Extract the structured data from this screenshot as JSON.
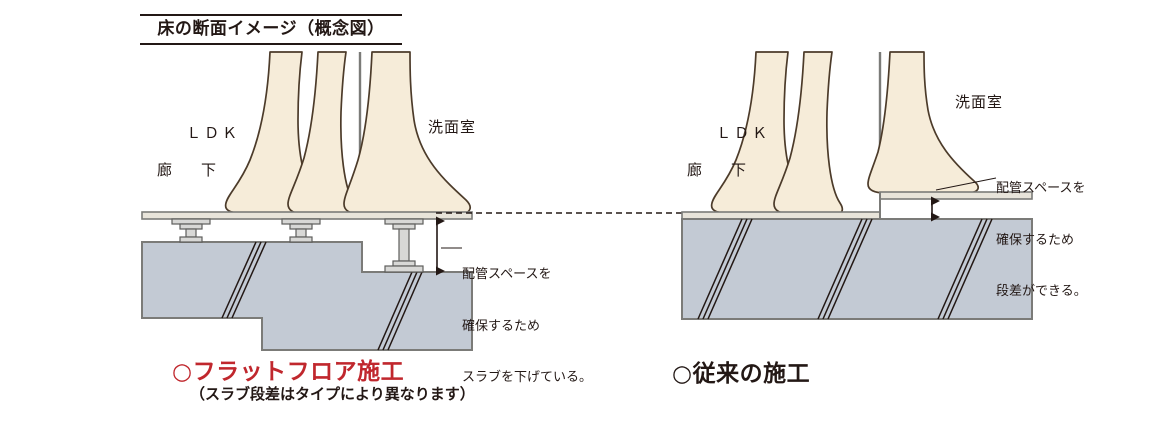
{
  "title": {
    "text": "床の断面イメージ（概念図）"
  },
  "left_diagram": {
    "name": "flat-floor-construction",
    "room_labels": {
      "ldk_line1": "ＬＤＫ",
      "ldk_line2": "廊　下",
      "washroom": "洗面室"
    },
    "annotation": {
      "line1": "配管スペースを",
      "line2": "確保するため",
      "line3": "スラブを下げている。"
    },
    "caption": {
      "main": "○フラットフロア施工",
      "sub": "（スラブ段差はタイプにより異なります）"
    }
  },
  "right_diagram": {
    "name": "conventional-construction",
    "room_labels": {
      "ldk_line1": "ＬＤＫ",
      "ldk_line2": "廊　下",
      "washroom": "洗面室"
    },
    "annotation": {
      "line1": "配管スペースを",
      "line2": "確保するため",
      "line3": "段差ができる。"
    },
    "caption": {
      "main": "○従来の施工"
    }
  },
  "colors": {
    "slab_fill": "#c3cad4",
    "slab_stroke": "#7b7b78",
    "ink": "#231815",
    "skin_fill": "#f6ecd9",
    "skin_stroke": "#4c3b2a",
    "floor_fill": "#e8e4da",
    "pedestal_fill": "#d8d8d6",
    "accent_red": "#c0272d"
  }
}
